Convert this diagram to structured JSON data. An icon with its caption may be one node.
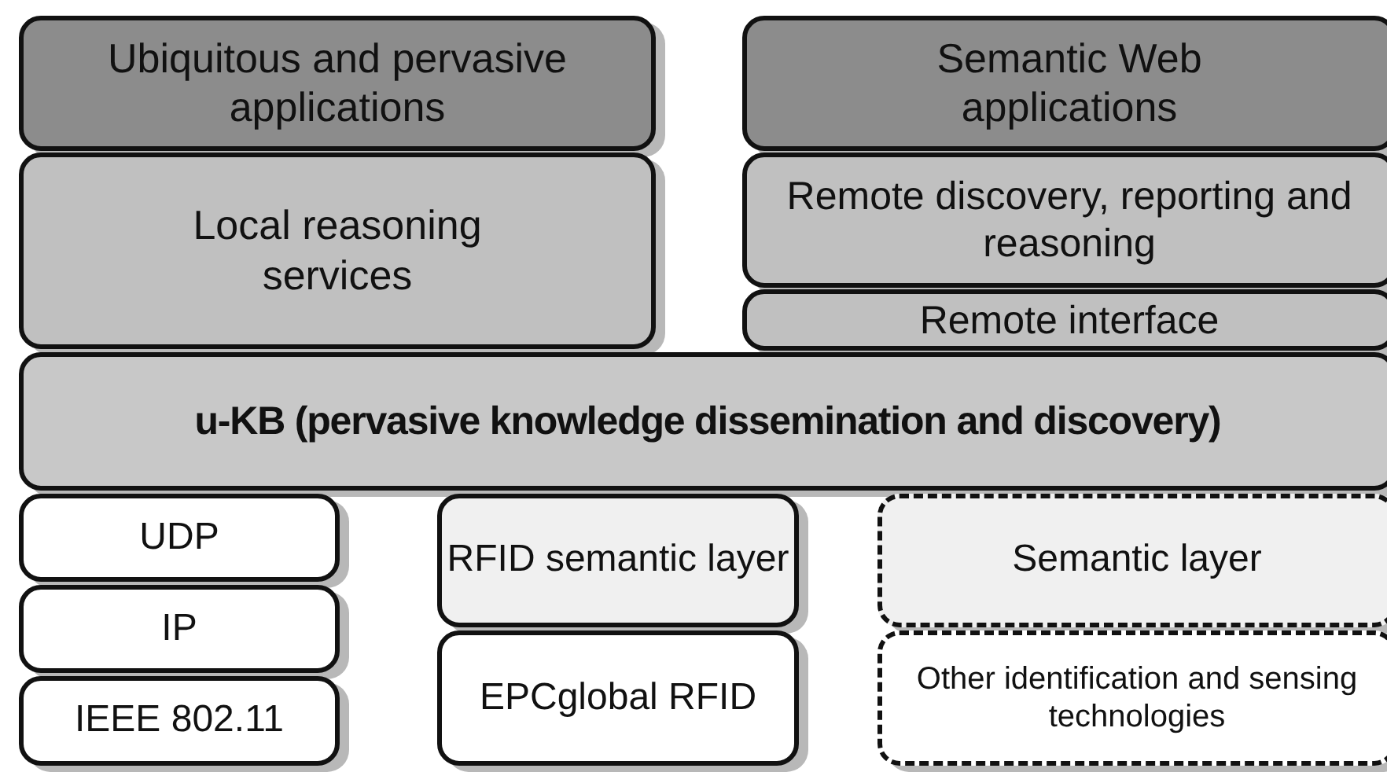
{
  "diagram": {
    "nodes": [
      {
        "text": [
          "Ubiquitous and pervasive applications"
        ]
      },
      {
        "text": [
          "Semantic Web applications"
        ]
      },
      {
        "text": [
          "Local reasoning services"
        ]
      },
      {
        "text": [
          "Remote discovery, reporting and reasoning"
        ]
      },
      {
        "text": [
          "Remote interface"
        ]
      },
      {
        "text": [
          "u-KB (pervasive knowledge dissemination and discovery)"
        ]
      },
      {
        "text": [
          "UDP"
        ]
      },
      {
        "text": [
          "IP"
        ]
      },
      {
        "text": [
          "IEEE 802.11"
        ]
      },
      {
        "text": [
          "RFID semantic layer"
        ]
      },
      {
        "text": [
          "EPCglobal RFID"
        ]
      },
      {
        "text": [
          "Semantic layer"
        ]
      },
      {
        "text": [
          "Other identification and sensing technologies"
        ]
      }
    ]
  }
}
